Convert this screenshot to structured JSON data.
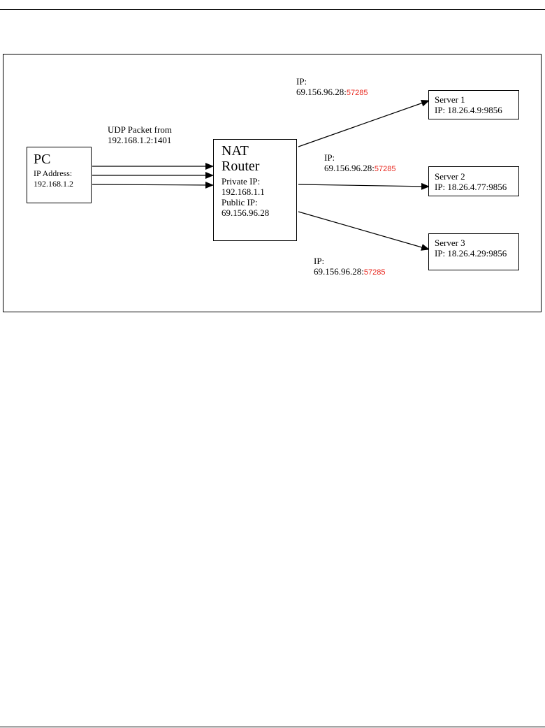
{
  "colors": {
    "port": "#e8271e",
    "line": "#000000"
  },
  "pc": {
    "title": "PC",
    "ip_label": "IP Address:",
    "ip_value": "192.168.1.2"
  },
  "router": {
    "title_line1": "NAT",
    "title_line2": "Router",
    "private_label": "Private IP:",
    "private_value": "192.168.1.1",
    "public_label": "Public IP:",
    "public_value": "69.156.96.28"
  },
  "udp_label": {
    "line1": "UDP Packet from",
    "line2": "192.168.1.2:1401"
  },
  "servers": [
    {
      "name": "Server 1",
      "ip": "IP: 18.26.4.9:9856"
    },
    {
      "name": "Server 2",
      "ip": "IP: 18.26.4.77:9856"
    },
    {
      "name": "Server 3",
      "ip": "IP: 18.26.4.29:9856"
    }
  ],
  "mappings": [
    {
      "prefix": "IP:",
      "address": "69.156.96.28:",
      "port": "57285"
    },
    {
      "prefix": "IP:",
      "address": "69.156.96.28:",
      "port": "57285"
    },
    {
      "prefix": "IP:",
      "address": "69.156.96.28:",
      "port": "57285"
    }
  ]
}
